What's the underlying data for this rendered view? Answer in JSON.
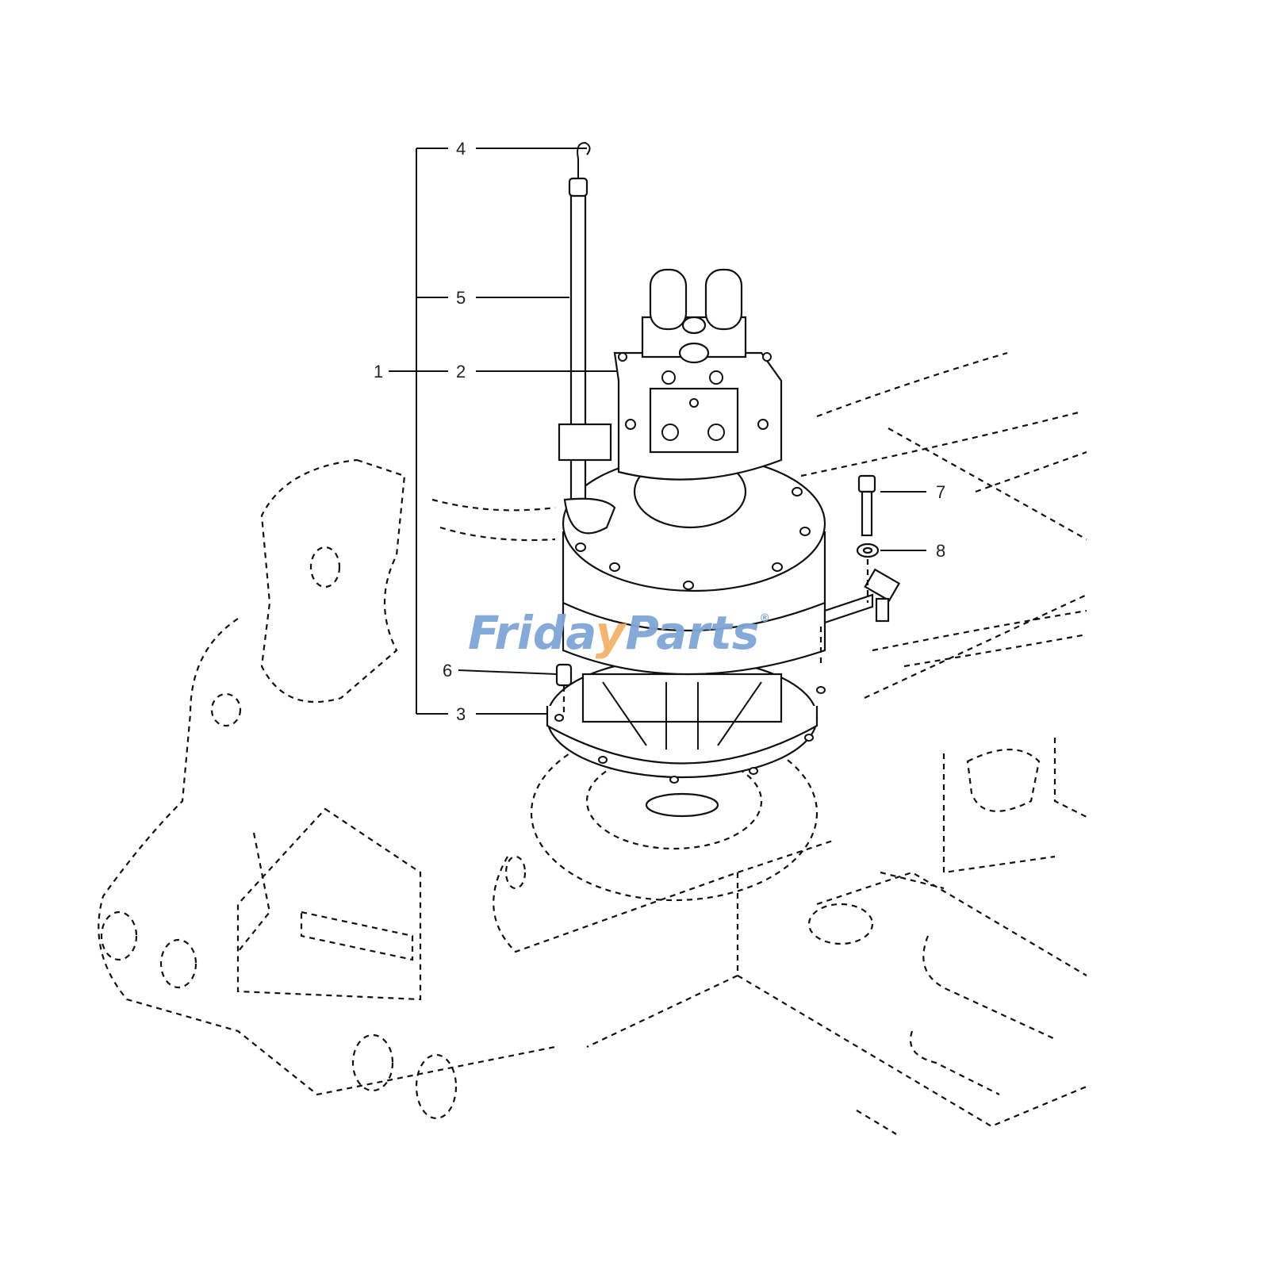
{
  "diagram": {
    "callouts": [
      "1",
      "2",
      "3",
      "4",
      "5",
      "6",
      "7",
      "8"
    ],
    "watermark": {
      "text_a": "Frida",
      "text_y": "y",
      "text_b": "Parts",
      "registered": "®"
    },
    "colors": {
      "line": "#111111",
      "watermark_blue": "#7fa6d6",
      "watermark_orange": "#f2b36b",
      "background": "#ffffff"
    }
  }
}
